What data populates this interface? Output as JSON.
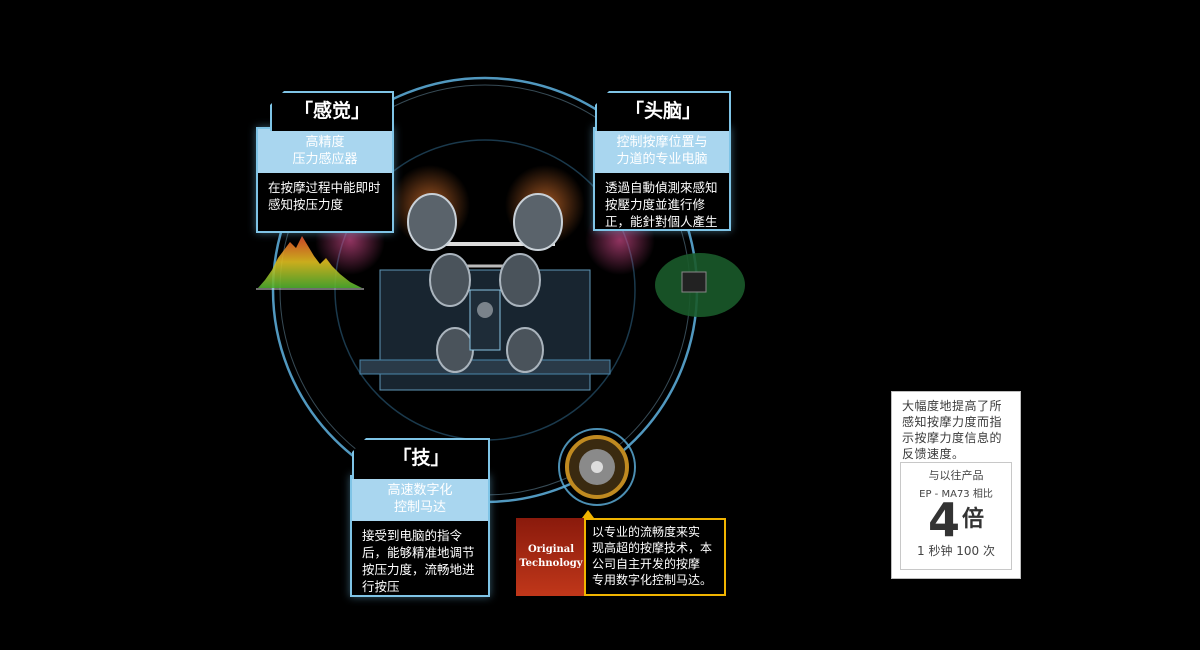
{
  "sense": {
    "tab": "「感觉」",
    "band": [
      "高精度",
      "压力感应器"
    ],
    "desc": [
      "在按摩过程中能即时",
      "感知按压力度"
    ]
  },
  "brain": {
    "tab": "「头脑」",
    "band": [
      "控制按摩位置与",
      "力道的专业电脑"
    ],
    "desc": [
      "透過自動偵測來感知",
      "按壓力度並進行修",
      "正，能針對個人產生"
    ]
  },
  "tech": {
    "tab": "「技」",
    "band": [
      "高速数字化",
      "控制马达"
    ],
    "desc": [
      "接受到电脑的指令",
      "后，能够精准地调节",
      "按压力度，流畅地进",
      "行按压"
    ]
  },
  "original": {
    "badge": [
      "Original",
      "Technology"
    ],
    "desc": [
      "以专业的流畅度来实",
      "现高超的按摩技术，本",
      "公司自主开发的按摩",
      "专用数字化控制马达。"
    ]
  },
  "info": {
    "top": [
      "大幅度地提高了所",
      "感知按摩力度而指",
      "示按摩力度信息的",
      "反馈速度。"
    ],
    "compare1": "与以往产品",
    "compare2": "EP - MA73 相比",
    "big_number": "4",
    "big_unit": "倍",
    "rate": "1 秒钟 100 次"
  },
  "colors": {
    "card_border": "#7fc4e6",
    "band_bg": "#a9d6ef",
    "original_gold": "#f1b400",
    "original_red": "#c0371a"
  }
}
